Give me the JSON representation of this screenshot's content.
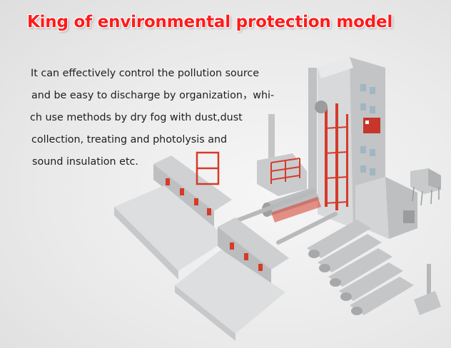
{
  "header": {
    "title": "King of environmental protection model"
  },
  "description": {
    "lines": [
      "It can effectively control the pollution source",
      "and be easy to discharge by organization，whi-",
      "ch use methods by dry fog with dust,dust",
      "collection, treating and photolysis and",
      "sound insulation etc."
    ]
  },
  "illustration": {
    "subject": "asphalt-mixing-plant-model",
    "accent_color": "#d63a2a",
    "structure_color": "#c9cbcc"
  }
}
